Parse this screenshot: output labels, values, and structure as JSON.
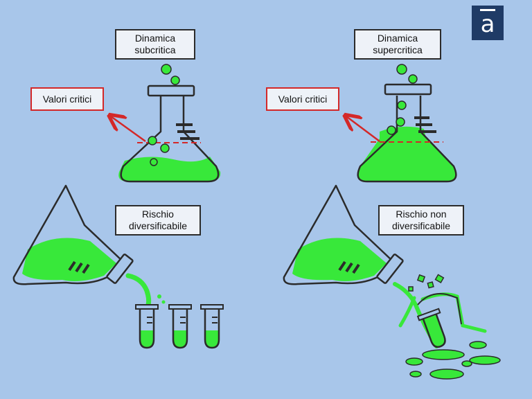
{
  "labels": {
    "subcritical_line1": "Dinamica",
    "subcritical_line2": "subcritica",
    "supercritical_line1": "Dinamica",
    "supercritical_line2": "supercritica",
    "critical_left": "Valori critici",
    "critical_right": "Valori critici",
    "diversifiable_line1": "Rischio",
    "diversifiable_line2": "diversificabile",
    "nondiversifiable_line1": "Rischio non",
    "nondiversifiable_line2": "diversificabile"
  },
  "logo": {
    "glyph": "a"
  },
  "colors": {
    "background": "#a8c6ea",
    "liquid": "#38e83a",
    "outline": "#2b2b2b",
    "critical": "#d42828",
    "logo": "#1f3b66"
  }
}
